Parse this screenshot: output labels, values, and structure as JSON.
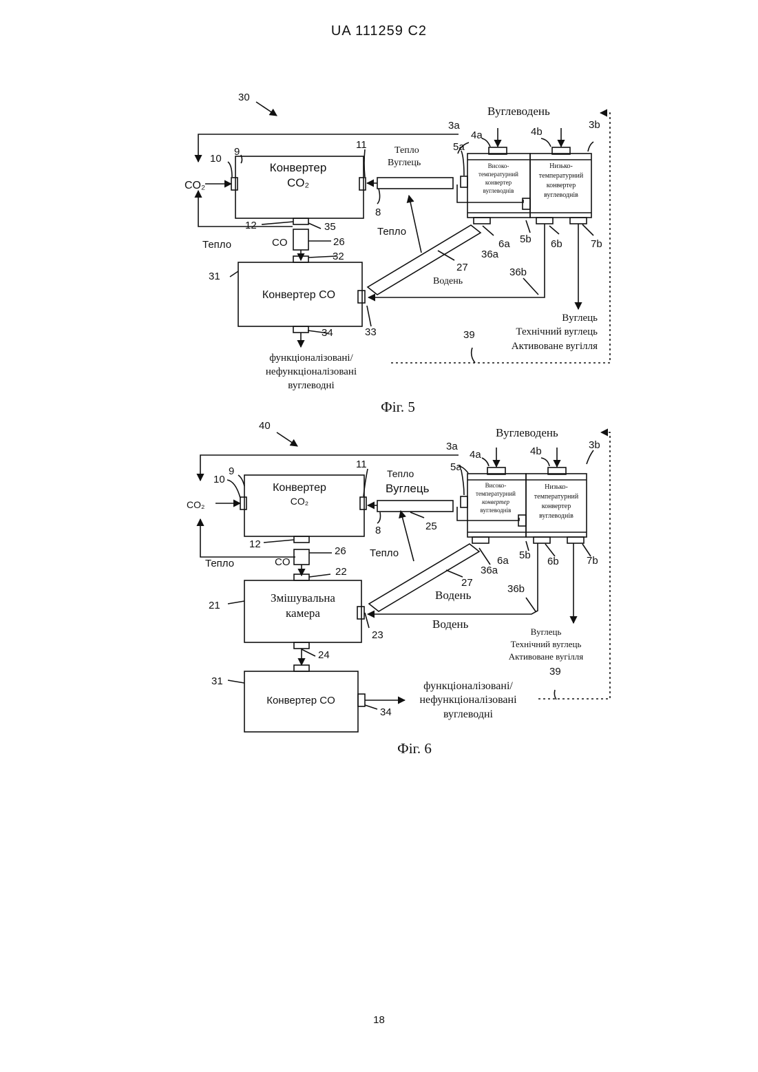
{
  "header": "UA   111259   C2",
  "page_number": "18",
  "fig5": {
    "caption": "Фіг. 5",
    "ref_system": "30",
    "co2_converter": [
      "Конвертер",
      "CO₂"
    ],
    "co_converter": "Конвертер CO",
    "ht_converter": [
      "Високо-",
      "температурний",
      "конвертер",
      "вуглеводнів"
    ],
    "lt_converter": [
      "Низько-",
      "температурний",
      "конвертер",
      "вуглеводнів"
    ],
    "hydrocarbon": "Вуглеводень",
    "heat_carbon": [
      "Тепло",
      "Вуглець"
    ],
    "heat": "Тепло",
    "heat_left": "Тепло",
    "co2_in": "CO₂",
    "co_label": "CO",
    "hydrogen": "Водень",
    "products": [
      "Вуглець",
      "Технічний вуглець",
      "Активоване вугілля"
    ],
    "output": [
      "функціоналізовані/",
      "нефункціоналізовані",
      "вуглеводні"
    ],
    "refs": {
      "r3a": "3a",
      "r4a": "4a",
      "r4b": "4b",
      "r3b": "3b",
      "r5a": "5a",
      "r9": "9",
      "r10": "10",
      "r11": "11",
      "r8": "8",
      "r12": "12",
      "r35": "35",
      "r26": "26",
      "r32": "32",
      "r31": "31",
      "r27": "27",
      "r36a": "36a",
      "r6a": "6a",
      "r5b": "5b",
      "r6b": "6b",
      "r7b": "7b",
      "r36b": "36b",
      "r33": "33",
      "r34": "34",
      "r39": "39"
    }
  },
  "fig6": {
    "caption": "Фіг. 6",
    "ref_system": "40",
    "co2_converter": [
      "Конвертер",
      "CO₂"
    ],
    "mixing_chamber": [
      "Змішувальна",
      "камера"
    ],
    "co_converter": "Конвертер CO",
    "ht_converter": [
      "Високо-",
      "температурний",
      "конвертер",
      "вуглеводнів"
    ],
    "lt_converter": [
      "Низько-",
      "температурний",
      "конвертер",
      "вуглеводнів"
    ],
    "hydrocarbon": "Вуглеводень",
    "heat_top": "Тепло",
    "carbon_top": "Вуглець",
    "heat": "Тепло",
    "heat_left": "Тепло",
    "co2_in": "CO₂",
    "co_label": "CO",
    "hydrogen_upper": "Водень",
    "hydrogen_lower": "Водень",
    "products": [
      "Вуглець",
      "Технічний вуглець",
      "Активоване вугілля"
    ],
    "output": [
      "функціоналізовані/",
      "нефункціоналізовані",
      "вуглеводні"
    ],
    "refs": {
      "r3a": "3a",
      "r4a": "4a",
      "r4b": "4b",
      "r3b": "3b",
      "r5a": "5a",
      "r9": "9",
      "r10": "10",
      "r11": "11",
      "r8": "8",
      "r25": "25",
      "r12": "12",
      "r26": "26",
      "r22": "22",
      "r21": "21",
      "r27": "27",
      "r36a": "36a",
      "r6a": "6a",
      "r5b": "5b",
      "r6b": "6b",
      "r7b": "7b",
      "r36b": "36b",
      "r23": "23",
      "r24": "24",
      "r31": "31",
      "r34": "34",
      "r39": "39"
    }
  }
}
